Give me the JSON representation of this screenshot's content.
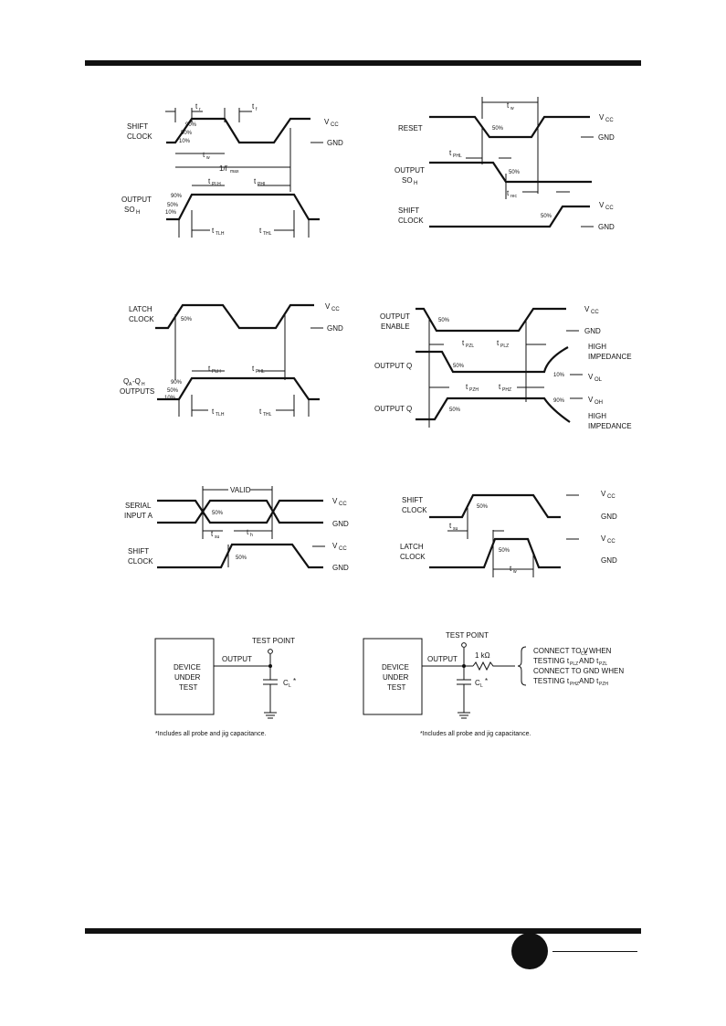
{
  "labels": {
    "vcc": "V",
    "vcc_sub": "CC",
    "gnd": "GND",
    "shift_clock": [
      "SHIFT",
      "CLOCK"
    ],
    "output_soh": [
      "OUTPUT",
      "SO"
    ],
    "soh_sub": "H",
    "reset": "RESET",
    "latch_clock": [
      "LATCH",
      "CLOCK"
    ],
    "qa_qh_outputs": [
      "Q",
      "A",
      "-Q",
      "H",
      "OUTPUTS"
    ],
    "output_enable": [
      "OUTPUT",
      "ENABLE"
    ],
    "output_q": "OUTPUT Q",
    "high_impedance": [
      "HIGH",
      "IMPEDANCE"
    ],
    "vol": "V",
    "vol_sub": "OL",
    "voh": "V",
    "voh_sub": "OH",
    "serial_input": [
      "SERIAL",
      "INPUT A"
    ],
    "valid": "VALID",
    "p90": "90%",
    "p50": "50%",
    "p10": "10%",
    "max_freq": "1/f",
    "max_sub": "max",
    "t": "t",
    "tr": "r",
    "tf": "f",
    "tw": "w",
    "tplh": "PLH",
    "tphl": "PHL",
    "ttlh": "TLH",
    "tthl": "THL",
    "trec": "rec",
    "tpzl": "PZL",
    "tplz": "PLZ",
    "tpzh": "PZH",
    "tphz": "PHZ",
    "tsu": "su",
    "th": "h"
  },
  "circuits": {
    "test_point": "TEST POINT",
    "output": "OUTPUT",
    "device": [
      "DEVICE",
      "UNDER",
      "TEST"
    ],
    "cl": "C",
    "cl_sub": "L",
    "cl_star": "*",
    "resistor": "1 kΩ",
    "connect_vcc": "CONNECT TO V",
    "connect_vcc_tail": " WHEN",
    "testing_plz": "TESTING t",
    "and": " AND t",
    "connect_gnd": "CONNECT TO GND WHEN",
    "note": "*Includes all probe and jig capacitance."
  }
}
